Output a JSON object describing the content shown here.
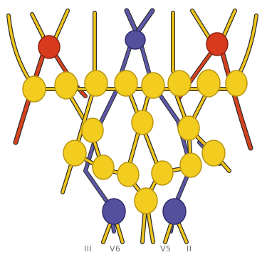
{
  "colors": {
    "yellow_bead": "#f2cc1f",
    "yellow_stroke": "#b89410",
    "yellow_thread": "#efc51a",
    "blue_bead": "#55509e",
    "blue_thread": "#5c57a6",
    "red_bead": "#d83a1e",
    "red_thread": "#d6421f",
    "thread_outline": "#2a2a2a"
  },
  "labels": [
    "III",
    "V6",
    "V5",
    "II"
  ]
}
